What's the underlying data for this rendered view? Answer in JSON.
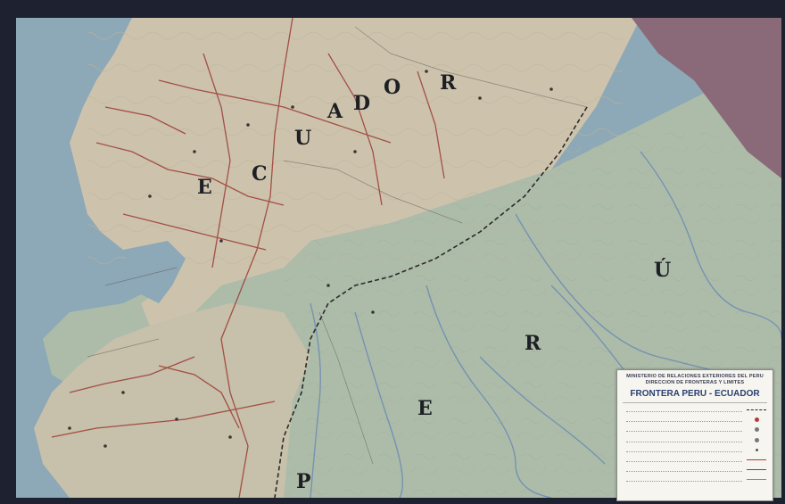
{
  "map": {
    "country_labels": {
      "ecuador": [
        "E",
        "C",
        "U",
        "A",
        "D",
        "O",
        "R"
      ],
      "peru": [
        "P",
        "E",
        "R",
        "Ú"
      ]
    },
    "colors": {
      "ocean": "#8da8b6",
      "ecuador_land": "#cdc3ad",
      "peru_land": "#adbca9",
      "colombia": "#8a6a78",
      "roads": "#9c3a34",
      "rivers": "#6f8eb3",
      "border": "#2a2a2a"
    }
  },
  "legend": {
    "header_line1": "MINISTERIO DE RELACIONES EXTERIORES DEL PERU",
    "header_line2": "DIRECCION DE FRONTERAS Y LIMITES",
    "title": "FRONTERA PERU - ECUADOR"
  }
}
